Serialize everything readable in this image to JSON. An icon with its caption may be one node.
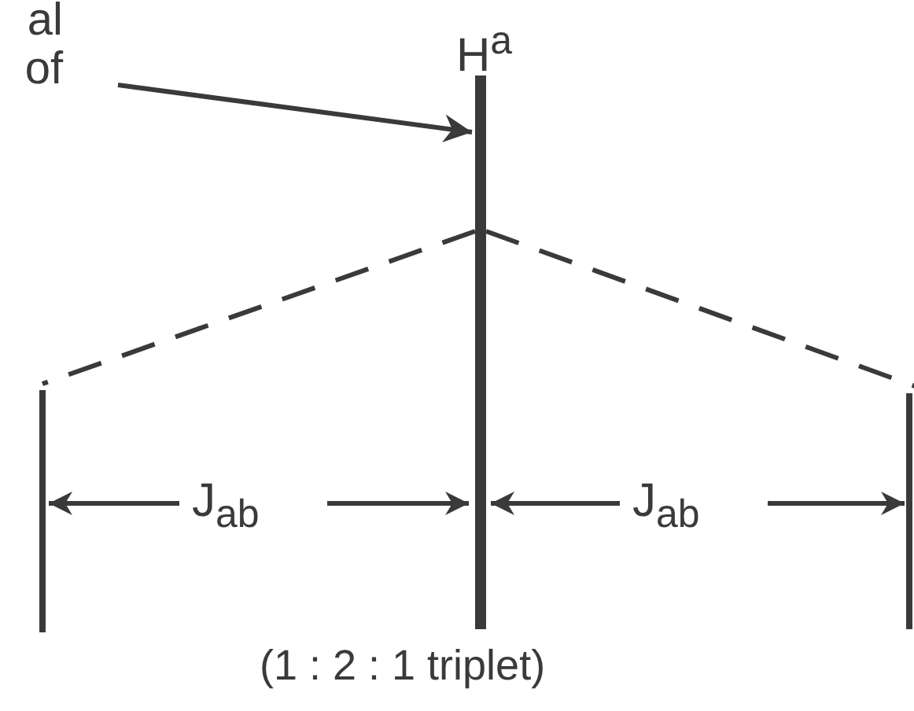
{
  "diagram": {
    "nodes": [
      {
        "text": [
          "al of"
        ]
      },
      {
        "text": [],
        "shape": "bar"
      },
      {
        "text": [],
        "shape": "bar",
        "beside": [
          "H$^{a}$"
        ]
      },
      {
        "text": [],
        "shape": "bar"
      }
    ],
    "edges": [
      {
        "from": 0,
        "to": 2,
        "arrow": "to"
      },
      {
        "from": 2,
        "to": 1,
        "arrow": "none",
        "style": "dashed"
      },
      {
        "from": 2,
        "to": 3,
        "arrow": "none",
        "style": "dashed"
      }
    ],
    "labels": [
      "J$_{ab}$",
      "J$_{ab}$",
      "(1 : 2 : 1 triplet)"
    ]
  }
}
